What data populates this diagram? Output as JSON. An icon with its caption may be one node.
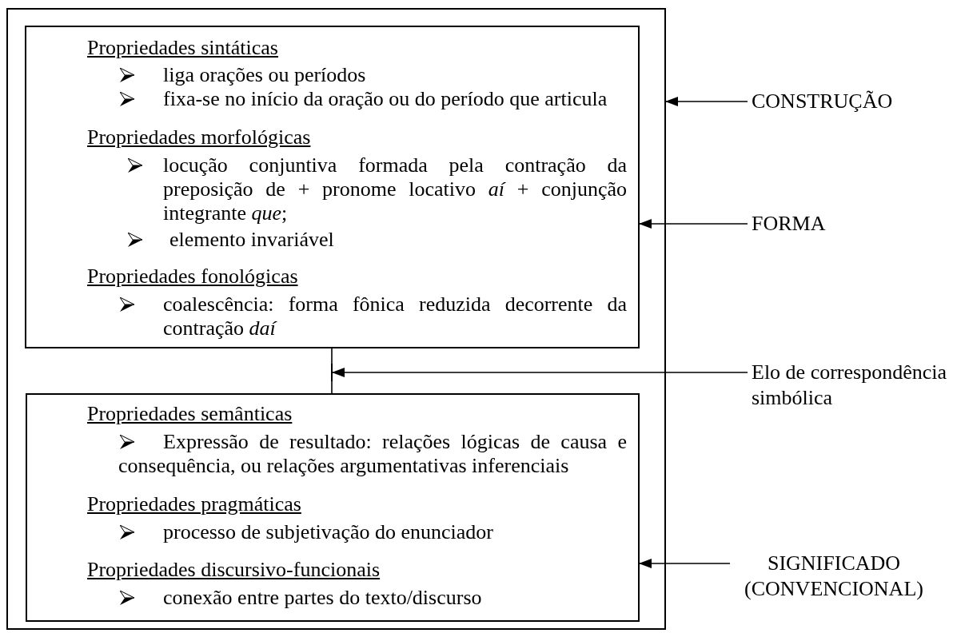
{
  "diagram": {
    "nodes": [
      {
        "text": [],
        "shape": "box"
      },
      {
        "text": [
          "Propriedades sintáticas",
          "liga orações ou períodos",
          "fixa-se no início da oração ou do período que articula",
          "Propriedades morfológicas",
          "locução conjuntiva formada pela contração da preposição de + pronome locativo *aí* + conjunção integrante *que*;",
          "elemento invariável",
          "Propriedades fonológicas",
          "coalescência: forma fônica reduzida decorrente da contração *daí*"
        ],
        "in": 0
      },
      {
        "text": [],
        "shape": "bar",
        "in": 0
      },
      {
        "text": [
          "Propriedades semânticas",
          "Expressão de resultado: relações lógicas de causa e consequência, ou relações argumentativas inferenciais",
          "Propriedades pragmáticas",
          "processo de subjetivação do enunciador",
          "Propriedades discursivo-funcionais",
          "conexão entre partes do texto/discurso"
        ],
        "in": 0
      },
      {
        "text": [
          "CONSTRUÇÃO"
        ]
      },
      {
        "text": [
          "FORMA"
        ]
      },
      {
        "text": [
          "Elo de correspondência simbólica"
        ]
      },
      {
        "text": [
          "SIGNIFICADO (CONVENCIONAL)"
        ]
      }
    ],
    "edges": [
      {
        "from": 4,
        "to": 0,
        "arrow": "to"
      },
      {
        "from": 5,
        "to": 1,
        "arrow": "to"
      },
      {
        "from": 1,
        "to": 2,
        "arrow": "none"
      },
      {
        "from": 2,
        "to": 3,
        "arrow": "none"
      },
      {
        "from": 6,
        "to": 2,
        "arrow": "to"
      },
      {
        "from": 7,
        "to": 3,
        "arrow": "to"
      }
    ]
  }
}
